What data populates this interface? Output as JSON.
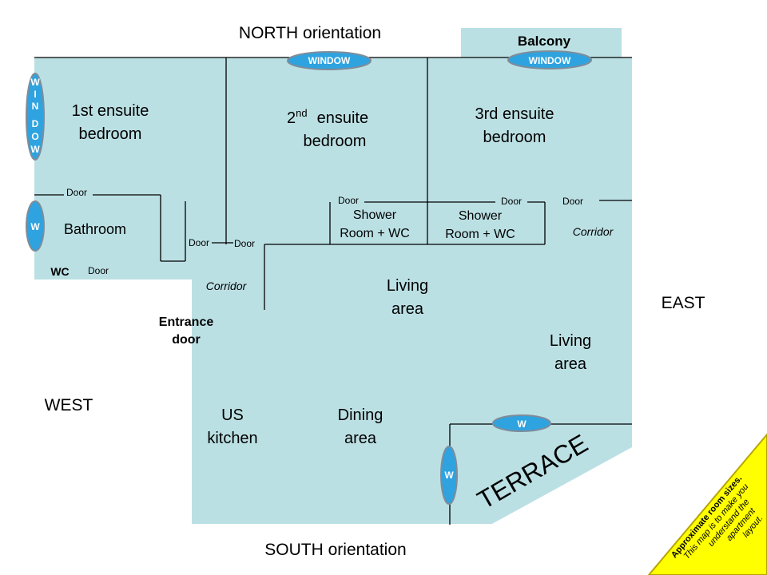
{
  "colors": {
    "floor": "#bbe0e4",
    "window_fill": "#2ea3df",
    "window_stroke": "#7f8c9a",
    "note_fill": "#ffff00",
    "note_stroke": "#b7a400"
  },
  "orientation": {
    "north": "NORTH orientation",
    "south": "SOUTH orientation",
    "east": "EAST",
    "west": "WEST"
  },
  "rooms": {
    "balcony": "Balcony",
    "bedroom1": [
      "1st ensuite",
      "bedroom"
    ],
    "bedroom2_num": "2",
    "bedroom2_sup": "nd",
    "bedroom2_rest": "ensuite",
    "bedroom2_line2": "bedroom",
    "bedroom3": [
      "3rd ensuite",
      "bedroom"
    ],
    "bathroom": "Bathroom",
    "wc": "WC",
    "shower1": [
      "Shower",
      "Room + WC"
    ],
    "shower2": [
      "Shower",
      "Room + WC"
    ],
    "corridor_west": "Corridor",
    "corridor_east": "Corridor",
    "living1": [
      "Living",
      "area"
    ],
    "living2": [
      "Living",
      "area"
    ],
    "entrance": [
      "Entrance",
      "door"
    ],
    "kitchen": [
      "US",
      "kitchen"
    ],
    "dining": [
      "Dining",
      "area"
    ],
    "terrace": "TERRACE"
  },
  "doors": {
    "label": "Door"
  },
  "windows": {
    "top_left": "WINDOW",
    "top_right": "WINDOW",
    "west_vertical": [
      "W",
      "I",
      "N",
      "D",
      "O",
      "W"
    ],
    "bathroom": "W",
    "terrace_top": "W",
    "terrace_left": "W"
  },
  "note": {
    "bold": "Approximate room sizes.",
    "lines": [
      "This map is to make you",
      "understand the",
      "apartment",
      "layout."
    ]
  }
}
